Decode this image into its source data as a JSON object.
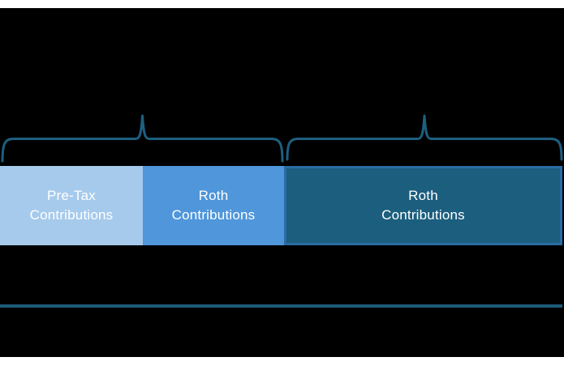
{
  "slide": {
    "page_color": "#ffffff",
    "background_color": "#000000"
  },
  "diagram": {
    "bar": {
      "segments": [
        {
          "id": "pretax-contributions",
          "line1": "Pre-Tax",
          "line2": "Contributions",
          "fill": "#a6caec",
          "text_color": "#ffffff"
        },
        {
          "id": "roth-contributions-left",
          "line1": "Roth",
          "line2": "Contributions",
          "fill": "#4f96db",
          "text_color": "#ffffff"
        },
        {
          "id": "roth-contributions-right",
          "line1": "Roth",
          "line2": "Contributions",
          "fill": "#1b5e7e",
          "border_color": "#2b6ca3",
          "text_color": "#ffffff"
        }
      ]
    },
    "braces": {
      "color": "#1d5f80"
    },
    "divider": {
      "color": "#1e5c78"
    }
  }
}
